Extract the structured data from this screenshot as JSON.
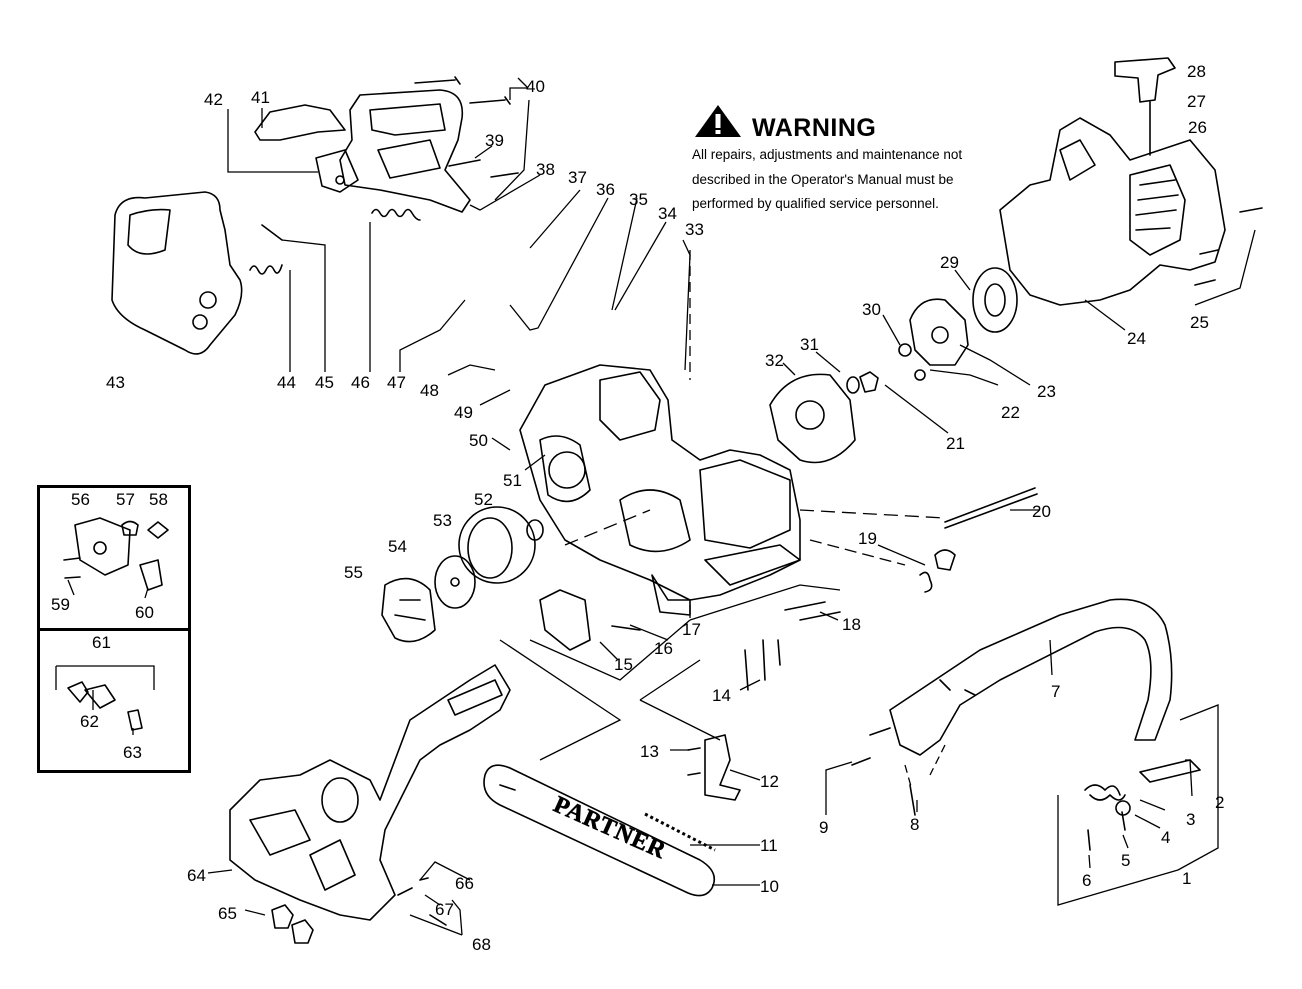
{
  "warning": {
    "title": "WARNING",
    "lines": [
      "All repairs, adjustments and maintenance not",
      "described in the Operator's Manual must be",
      "performed by qualified  service personnel."
    ]
  },
  "bar_brand": "PARTNER",
  "parts": [
    "1",
    "2",
    "3",
    "4",
    "5",
    "6",
    "7",
    "8",
    "9",
    "10",
    "11",
    "12",
    "13",
    "14",
    "15",
    "16",
    "17",
    "18",
    "19",
    "20",
    "21",
    "22",
    "23",
    "24",
    "25",
    "26",
    "27",
    "28",
    "29",
    "30",
    "31",
    "32",
    "33",
    "34",
    "35",
    "36",
    "37",
    "38",
    "39",
    "40",
    "41",
    "42",
    "43",
    "44",
    "45",
    "46",
    "47",
    "48",
    "49",
    "50",
    "51",
    "52",
    "53",
    "54",
    "55",
    "56",
    "57",
    "58",
    "59",
    "60",
    "61",
    "62",
    "63",
    "64",
    "65",
    "66",
    "67",
    "68"
  ],
  "colors": {
    "ink": "#000000",
    "paper": "#ffffff",
    "shade": "#d9d9d9"
  }
}
